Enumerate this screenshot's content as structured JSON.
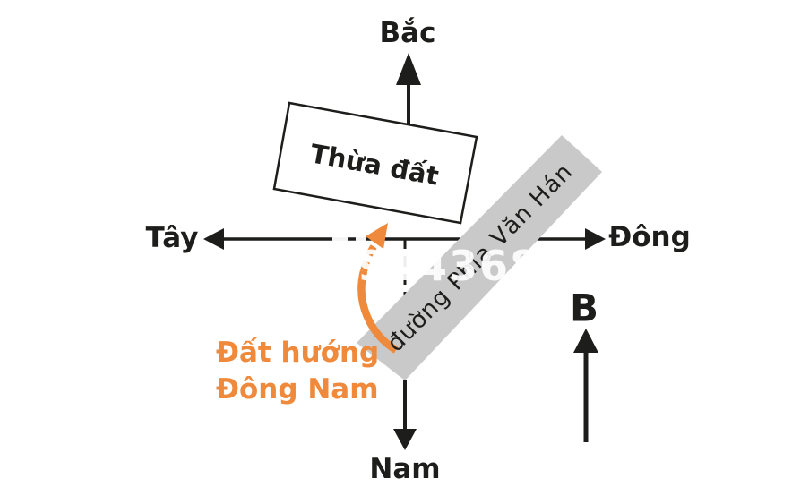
{
  "diagram": {
    "compass": {
      "north": "Bắc",
      "east": "Đông",
      "south": "Nam",
      "west": "Tây"
    },
    "plot_label": "Thừa đất",
    "road_label": "đường Phía Văn Hán",
    "orientation_note": {
      "line1": "Đất hướng",
      "line2": "Đông Nam"
    },
    "north_indicator": "B",
    "watermark": "914368",
    "colors": {
      "accent_orange": "#EF8A3C",
      "road_gray": "#C9C9C9",
      "ink": "#1D1D1B"
    }
  }
}
